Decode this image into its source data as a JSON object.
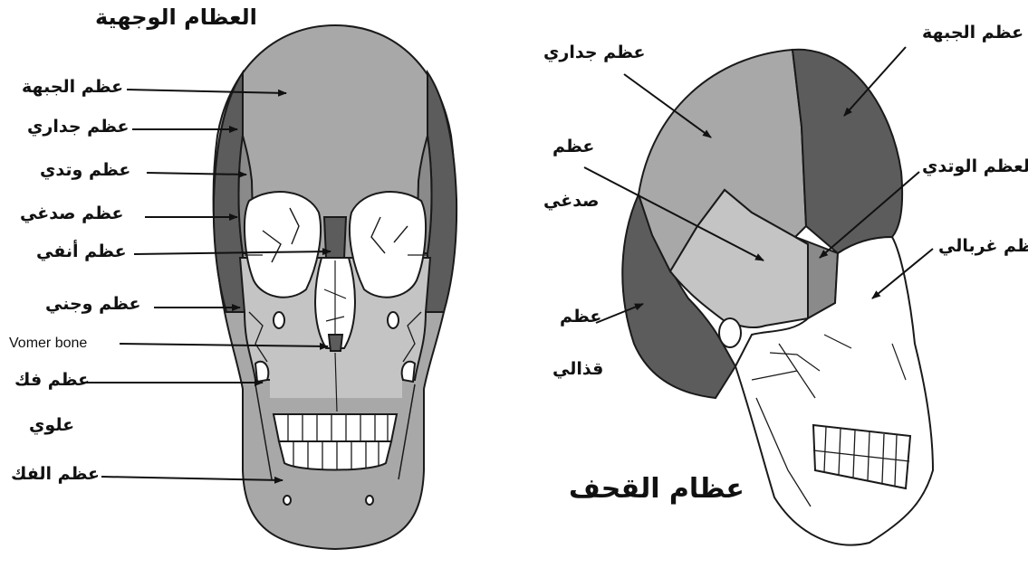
{
  "front": {
    "title": "العظام الوجهية",
    "labels": {
      "frontal": "عظم الجبهة",
      "parietal": "عظم جداري",
      "sphenoid": "عظم وتدي",
      "temporal": "عظم صدغي",
      "nasal": "عظم أنفي",
      "zygomatic": "عظم وجني",
      "vomer": "Vomer bone",
      "maxilla_1": "عظم فك",
      "maxilla_2": "علوي",
      "mandible": "عظم الفك"
    }
  },
  "side": {
    "title": "عظام القحف",
    "labels": {
      "parietal": "عظم جداري",
      "frontal": "عظم الجبهة",
      "temporal_1": "عظم",
      "temporal_2": "صدغي",
      "sphenoid": "العظم الوتدي",
      "ethmoid": "عظم غربالي",
      "occipital_1": "عظم",
      "occipital_2": "قذالي"
    }
  },
  "colors": {
    "dark_bone": "#5c5c5c",
    "mid_bone": "#a8a8a8",
    "light_bone": "#c4c4c4",
    "white_bone": "#ffffff",
    "outline": "#1a1a1a"
  }
}
